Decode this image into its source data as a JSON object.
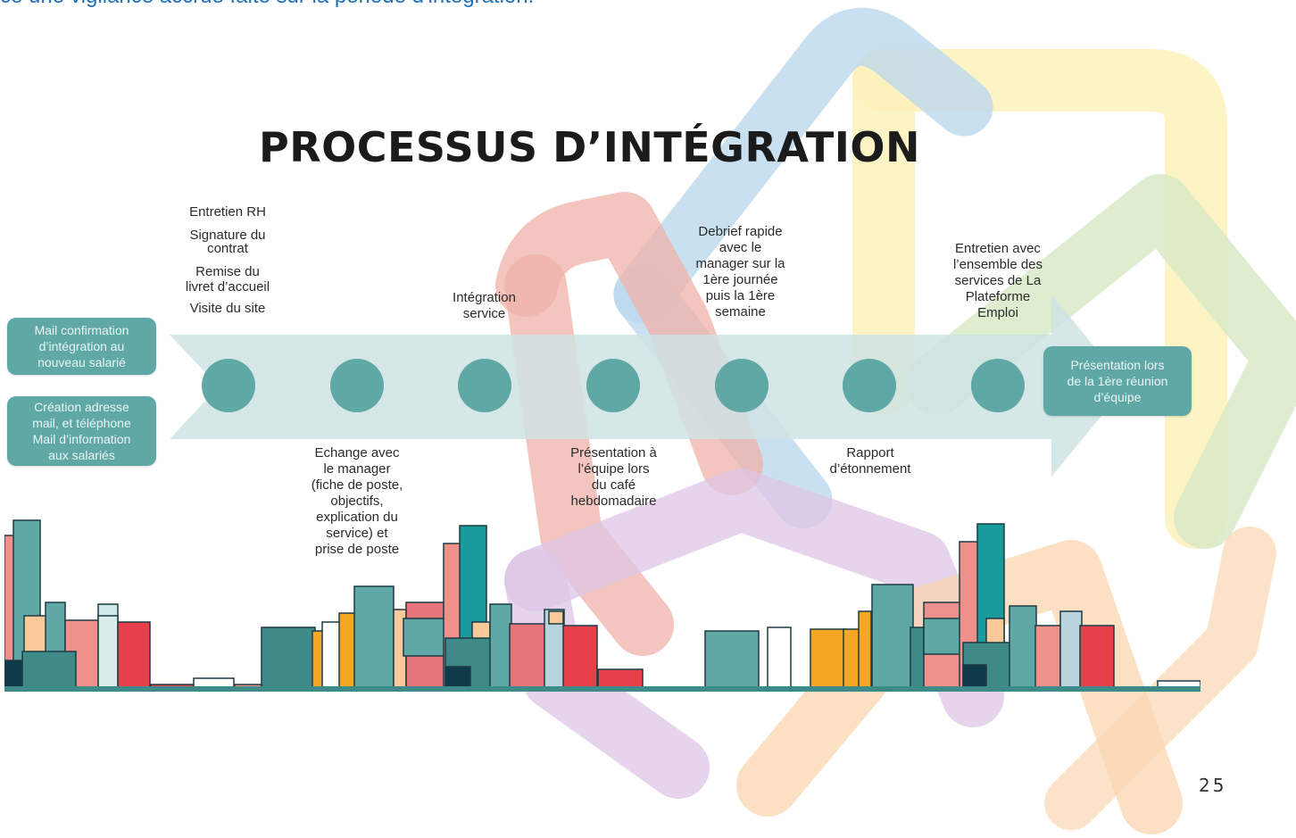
{
  "intro_text": "ce une vigilance accrue faite sur la période d'intégration.",
  "title": "PROCESSUS D’INTÉGRATION",
  "side_boxes": [
    {
      "lines": [
        "Mail confirmation",
        "d’intégration au",
        "nouveau salarié"
      ]
    },
    {
      "lines": [
        "Création adresse",
        "mail, et téléphone",
        "Mail d’information",
        "aux salariés"
      ]
    }
  ],
  "top_labels": {
    "step1": {
      "lines": [
        "Entretien RH",
        "Signature du",
        "contrat",
        "Remise du",
        "livret d’accueil",
        "Visite du site"
      ]
    },
    "step3": {
      "lines": [
        "Intégration",
        "service"
      ]
    },
    "step5": {
      "lines": [
        "Debrief rapide",
        "avec le",
        "manager sur la",
        "1ère journée",
        "puis la 1ère",
        "semaine"
      ]
    },
    "step7": {
      "lines": [
        "Entretien avec",
        "l’ensemble des",
        "services de La",
        "Plateforme",
        "Emploi"
      ]
    }
  },
  "bottom_labels": {
    "step2": {
      "lines": [
        "Echange avec",
        "le manager",
        "(fiche de poste,",
        "objectifs,",
        "explication du",
        "service) et",
        "prise de poste"
      ]
    },
    "step4": {
      "lines": [
        "Présentation à",
        "l’équipe lors",
        "du café",
        "hebdomadaire"
      ]
    },
    "step6": {
      "lines": [
        "Rapport",
        "d’étonnement"
      ]
    }
  },
  "end_box": {
    "lines": [
      "Présentation lors",
      "de la 1ère réunion",
      "d’équipe"
    ]
  },
  "page_number": "25",
  "colors": {
    "teal": "#5fa8a6",
    "arrow": "#cfe3e3",
    "logo_blue": "#bcd8ee",
    "logo_yellow": "#fdf1b8",
    "logo_green": "#d6e8c4",
    "logo_red": "#f0b2a8",
    "logo_purple": "#ddc6e6",
    "logo_orange": "#f9d5b0",
    "intro_blue": "#1f6fb8"
  }
}
